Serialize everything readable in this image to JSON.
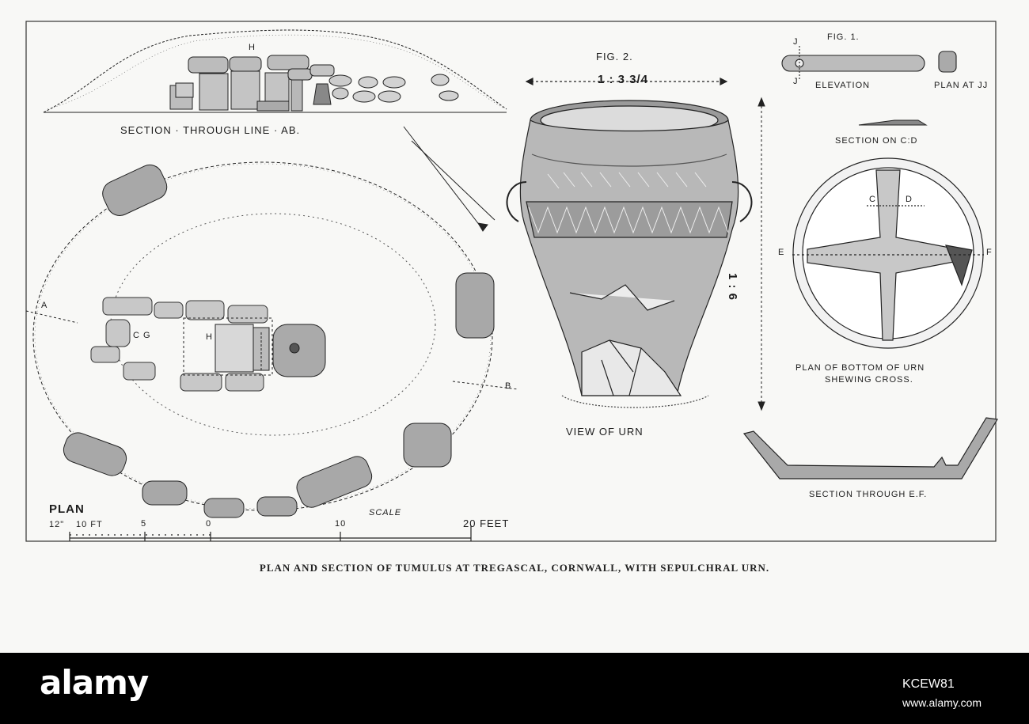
{
  "labels": {
    "h_section": "H",
    "section_ab": "SECTION · THROUGH LINE · AB.",
    "fig2": "FIG. 2.",
    "ratio": "1 : 3 3/4",
    "fig1": "FIG. 1.",
    "j_top": "J",
    "j_bottom": "J",
    "elevation": "ELEVATION",
    "plan_at_jj": "PLAN AT JJ",
    "section_cd": "SECTION ON C:D",
    "c": "C",
    "d": "D",
    "e": "E",
    "f": "F",
    "vertical_ratio": "1 : 6",
    "plan_bottom_1": "PLAN OF BOTTOM OF URN",
    "plan_bottom_2": "SHEWING CROSS.",
    "view_of_urn": "VIEW OF URN",
    "section_ef": "SECTION THROUGH E.F.",
    "a": "A",
    "b": "B",
    "cg": "C G",
    "h_plan": "H",
    "plan": "PLAN",
    "scale": "SCALE",
    "scale_12": "12\"",
    "scale_10ft": "10 FT",
    "scale_5": "5",
    "scale_0": "0",
    "scale_10": "10",
    "scale_20": "20 FEET"
  },
  "caption": "PLAN AND SECTION OF TUMULUS AT TREGASCAL, CORNWALL, WITH SEPULCHRAL URN.",
  "footer": {
    "brand": "alamy",
    "image_id": "KCEW81",
    "site": "www.alamy.com"
  },
  "colors": {
    "ink": "#1c1c1c",
    "stone": "#8c8c8c",
    "paper": "#f8f8f6"
  }
}
